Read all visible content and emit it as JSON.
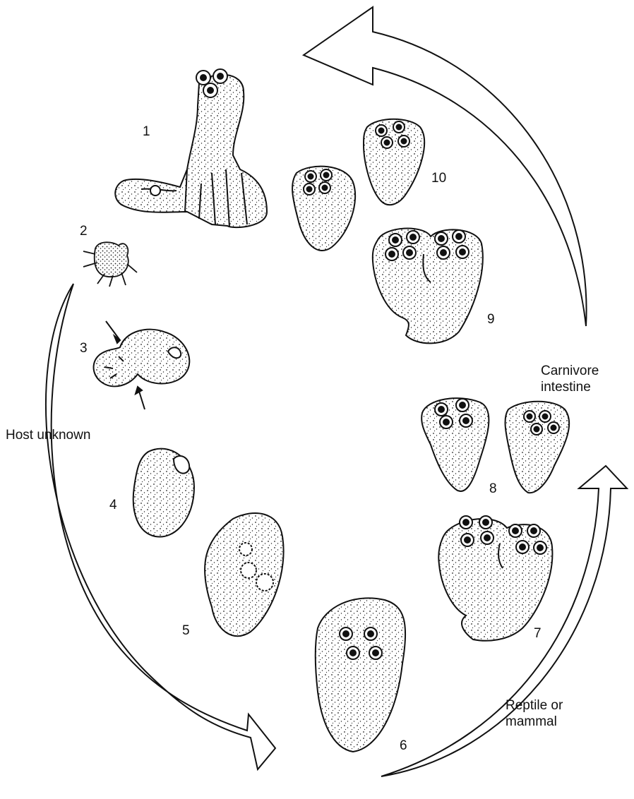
{
  "stages": [
    {
      "id": "1",
      "label": "1"
    },
    {
      "id": "2",
      "label": "2"
    },
    {
      "id": "3",
      "label": "3"
    },
    {
      "id": "4",
      "label": "4"
    },
    {
      "id": "5",
      "label": "5"
    },
    {
      "id": "6",
      "label": "6"
    },
    {
      "id": "7",
      "label": "7"
    },
    {
      "id": "8",
      "label": "8"
    },
    {
      "id": "9",
      "label": "9"
    },
    {
      "id": "10",
      "label": "10"
    }
  ],
  "hosts": {
    "unknown": "Host unknown",
    "intermediate_line1": "Reptile or",
    "intermediate_line2": "mammal",
    "definitive_line1": "Carnivore",
    "definitive_line2": "intestine"
  },
  "colors": {
    "ink": "#111111",
    "paper": "#ffffff"
  }
}
